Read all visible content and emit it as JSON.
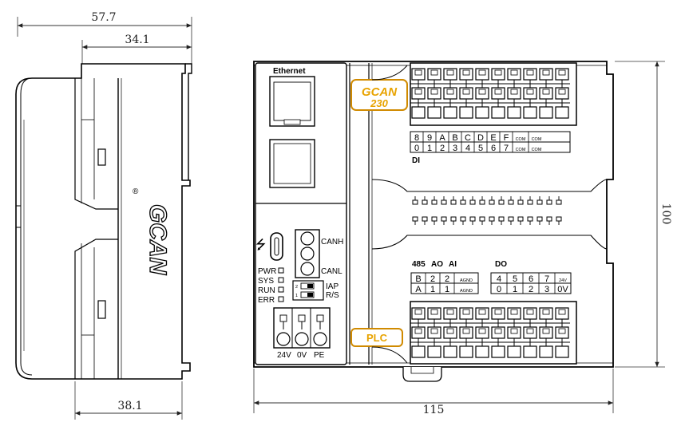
{
  "dimensions": {
    "overall_depth": "57.7",
    "inner_depth": "34.1",
    "base_depth": "38.1",
    "width": "115",
    "height": "100"
  },
  "brand": {
    "side_logo": "GCAN",
    "front_logo": "GCAN",
    "front_model": "230",
    "registered_mark": "®"
  },
  "ports": {
    "ethernet": "Ethernet",
    "canh": "CANH",
    "canl": "CANL",
    "iap": "IAP",
    "rs": "R/S",
    "switch_top": "2",
    "switch_bottom": "1"
  },
  "leds": [
    "PWR",
    "SYS",
    "RUN",
    "ERR"
  ],
  "power_terminals": [
    "24V",
    "0V",
    "PE"
  ],
  "plc_label": "PLC",
  "di": {
    "title": "DI",
    "top_row": [
      "8",
      "9",
      "A",
      "B",
      "C",
      "D",
      "E",
      "F",
      "COM",
      "COM"
    ],
    "bottom_row": [
      "0",
      "1",
      "2",
      "3",
      "4",
      "5",
      "6",
      "7",
      "COM",
      "COM"
    ]
  },
  "analog": {
    "headers": [
      "485",
      "AO",
      "AI"
    ],
    "top_row": [
      "B",
      "2",
      "2",
      "AGND"
    ],
    "bottom_row": [
      "A",
      "1",
      "1",
      "AGND"
    ]
  },
  "do": {
    "title": "DO",
    "top_row": [
      "4",
      "5",
      "6",
      "7",
      "24V"
    ],
    "bottom_row": [
      "0",
      "1",
      "2",
      "3",
      "0V"
    ]
  }
}
